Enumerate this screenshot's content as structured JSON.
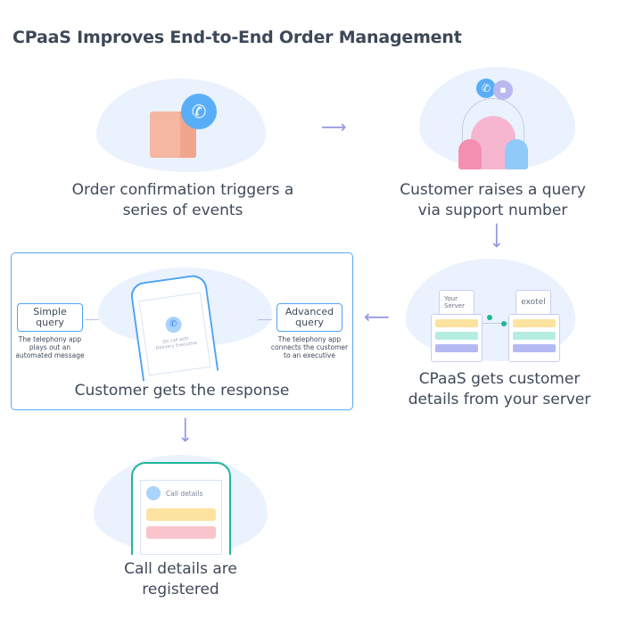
{
  "title": "CPaaS Improves End-to-End Order Management",
  "steps": [
    {
      "label": "Order confirmation triggers a series of events",
      "line1": "Order confirmation triggers a",
      "line2": "series of events"
    },
    {
      "label": "Customer raises a query via support number",
      "line1": "Customer raises a query",
      "line2": "via support number"
    },
    {
      "label": "CPaaS gets customer details from your server",
      "line1": "CPaaS gets customer",
      "line2": "details from your server"
    },
    {
      "label": "Customer gets the response"
    },
    {
      "label": "Call details are registered",
      "line1": "Call details are",
      "line2": "registered"
    }
  ],
  "response": {
    "simple": {
      "title1": "Simple",
      "title2": "query",
      "desc": [
        "The telephony app",
        "plays out an",
        "automated message"
      ]
    },
    "advanced": {
      "title1": "Advanced",
      "title2": "query",
      "desc": [
        "The telephony app",
        "connects the customer",
        "to an executive"
      ]
    },
    "phone_text1": "On call with",
    "phone_text2": "Delivery Executive"
  },
  "servers": {
    "your_server1": "Your",
    "your_server2": "Server",
    "exotel": "exotel"
  },
  "call_details": "Call details",
  "icons": [
    "phone-icon",
    "chat-icon",
    "box-icon",
    "user-icon",
    "arrow-right-icon",
    "arrow-down-icon",
    "arrow-left-icon"
  ],
  "colors": {
    "accent": "#4ea3f5",
    "blob": "#eaf2fd",
    "arrow": "#8f95e0",
    "yellow": "#fde3a0",
    "pink": "#f9c4cb",
    "teal": "#1fb69a"
  }
}
